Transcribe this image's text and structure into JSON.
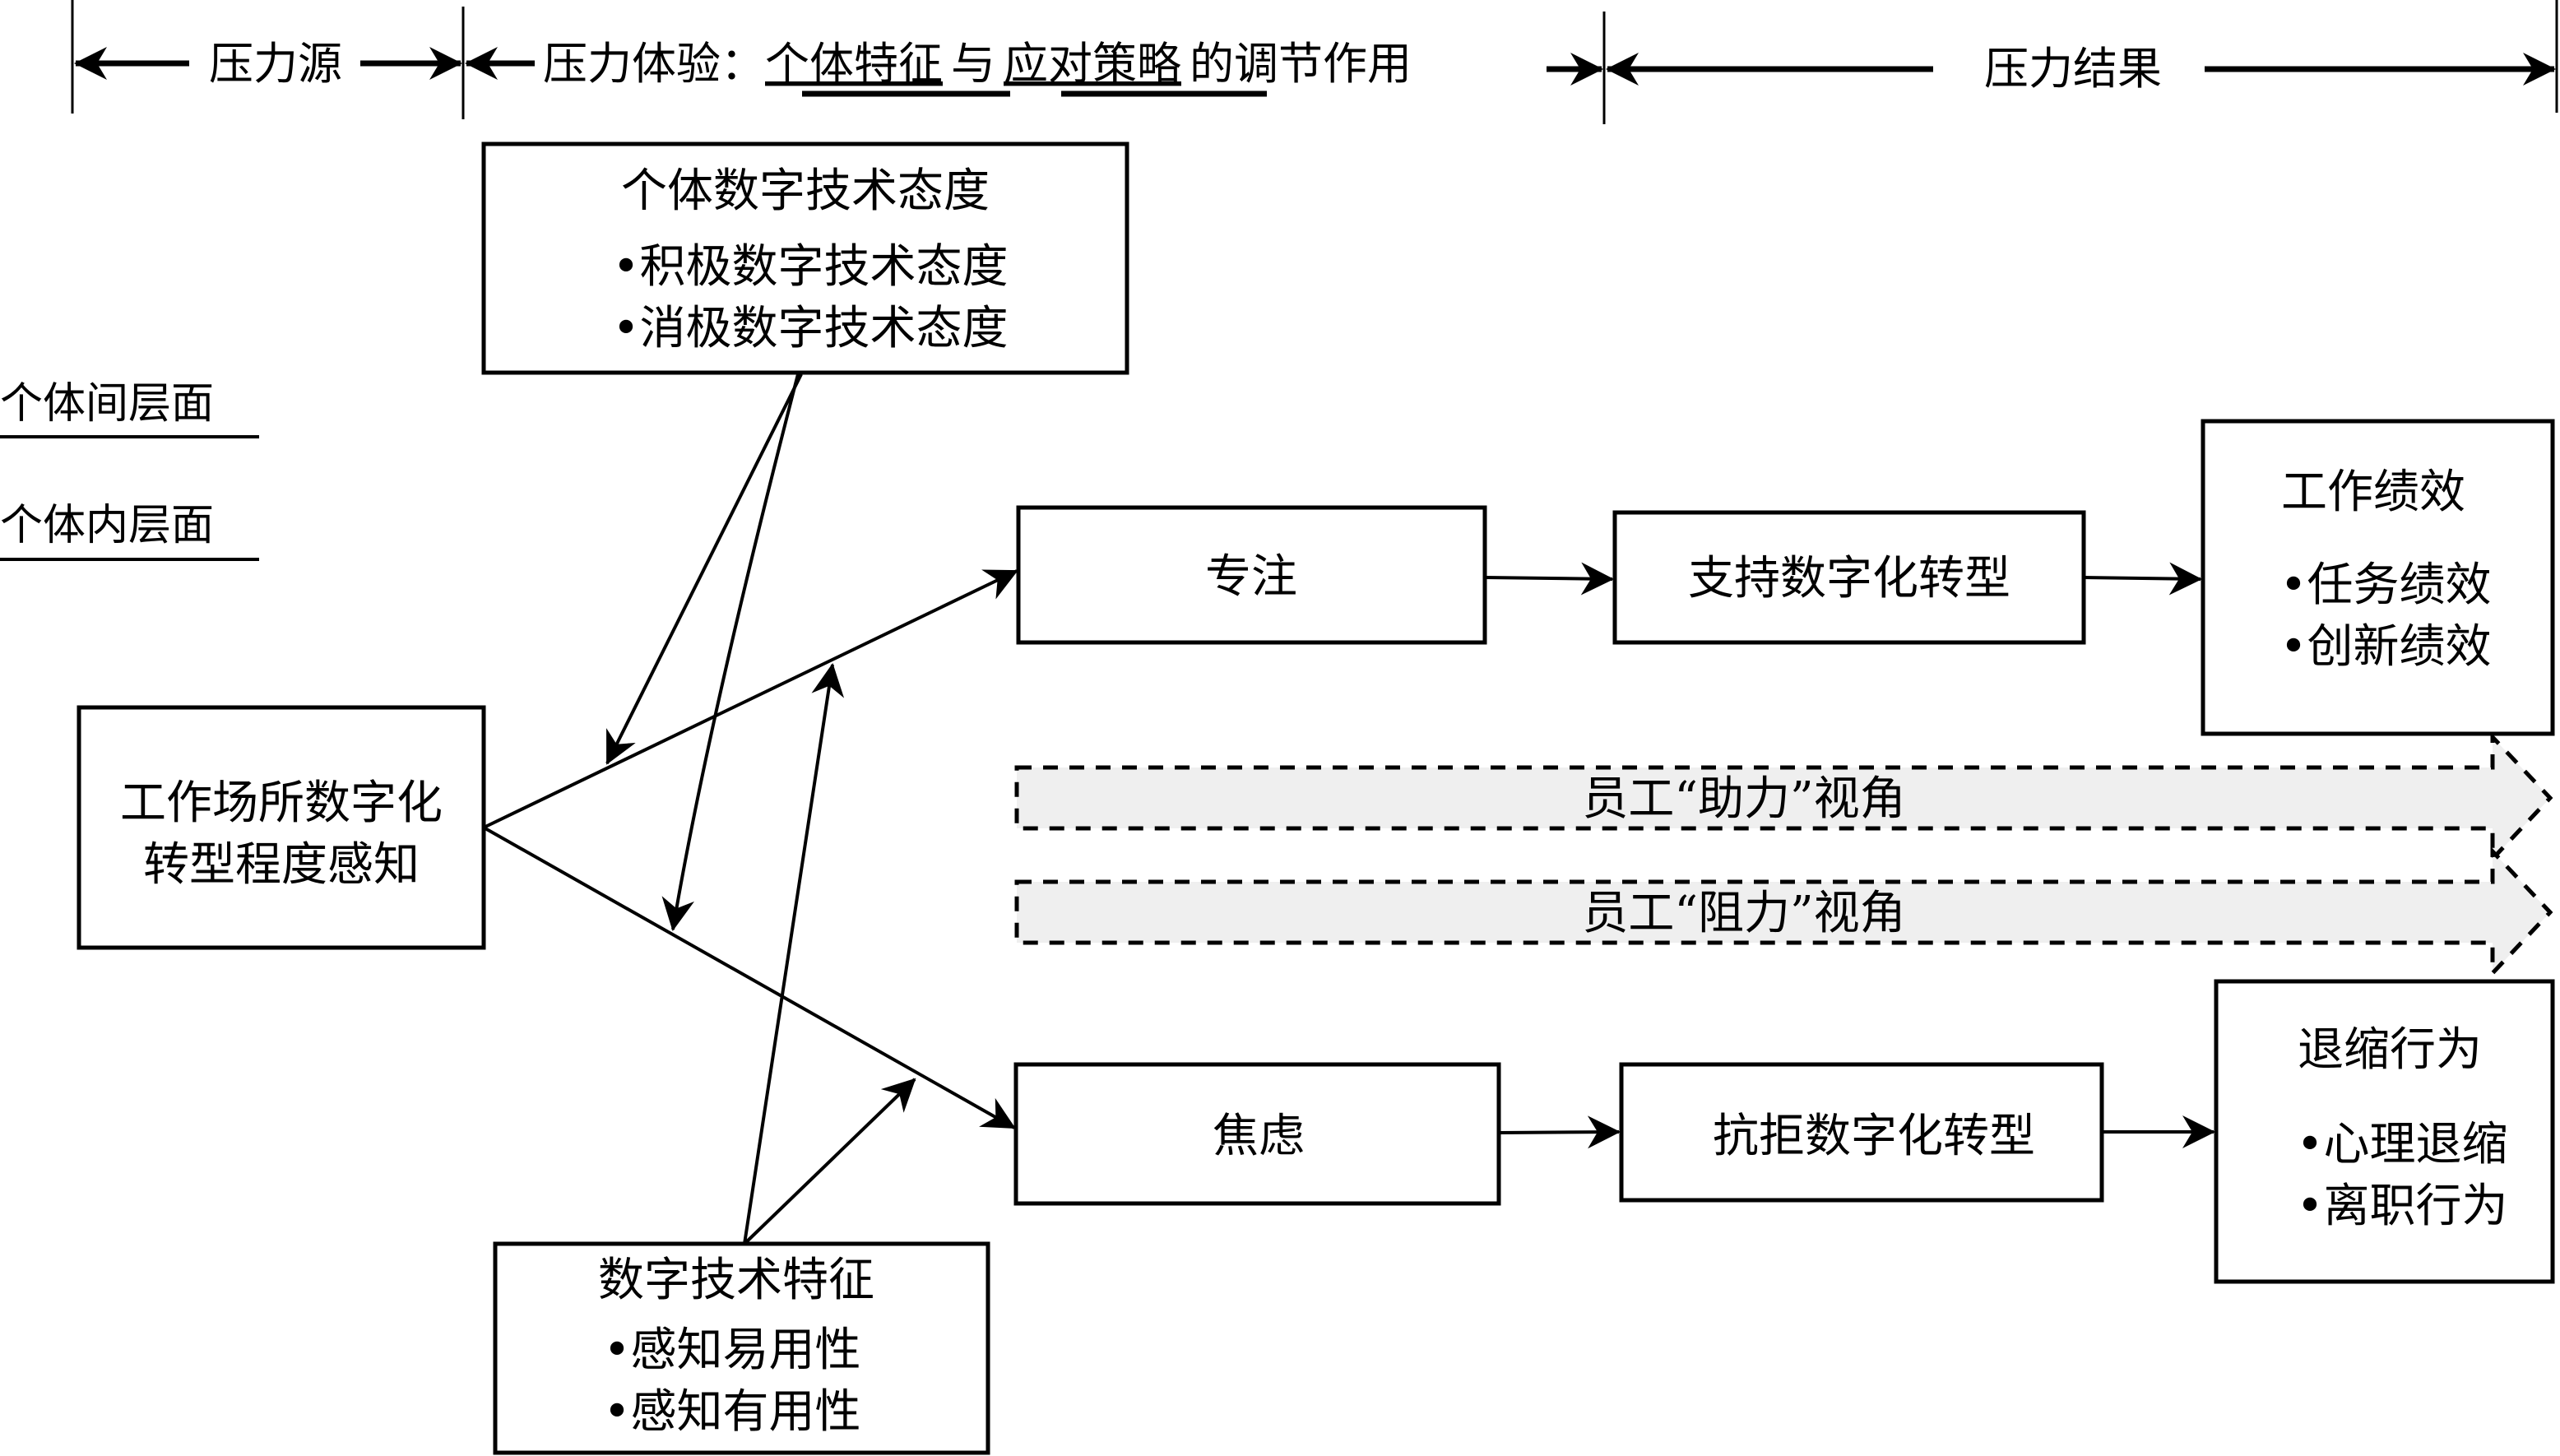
{
  "header": {
    "stage_source": "压力源",
    "stage_experience_prefix": "压力体验：",
    "stage_experience_part1": "个体特征",
    "stage_experience_and": "与",
    "stage_experience_part2": "应对策略",
    "stage_experience_suffix": "的调节作用",
    "stage_outcome": "压力结果"
  },
  "levels": {
    "inter": "个体间层面",
    "intra": "个体内层面"
  },
  "nodes": {
    "attitude": {
      "title": "个体数字技术态度",
      "items": [
        "•积极数字技术态度",
        "•消极数字技术态度"
      ]
    },
    "perception": {
      "lines": [
        "工作场所数字化",
        "转型程度感知"
      ]
    },
    "focus": {
      "label": "专注"
    },
    "support": {
      "label": "支持数字化转型"
    },
    "performance": {
      "title": "工作绩效",
      "items": [
        "•任务绩效",
        "•创新绩效"
      ]
    },
    "anxiety": {
      "label": "焦虑"
    },
    "resist": {
      "label": "抗拒数字化转型"
    },
    "withdrawal": {
      "title": "退缩行为",
      "items": [
        "•心理退缩",
        "•离职行为"
      ]
    },
    "tech": {
      "title": "数字技术特征",
      "items": [
        "•感知易用性",
        "•感知有用性"
      ]
    }
  },
  "perspectives": {
    "help": "员工“助力”视角",
    "resistance": "员工“阻力”视角"
  },
  "colors": {
    "stroke": "#000000",
    "perspective_fill": "#efefef",
    "background": "#ffffff"
  }
}
